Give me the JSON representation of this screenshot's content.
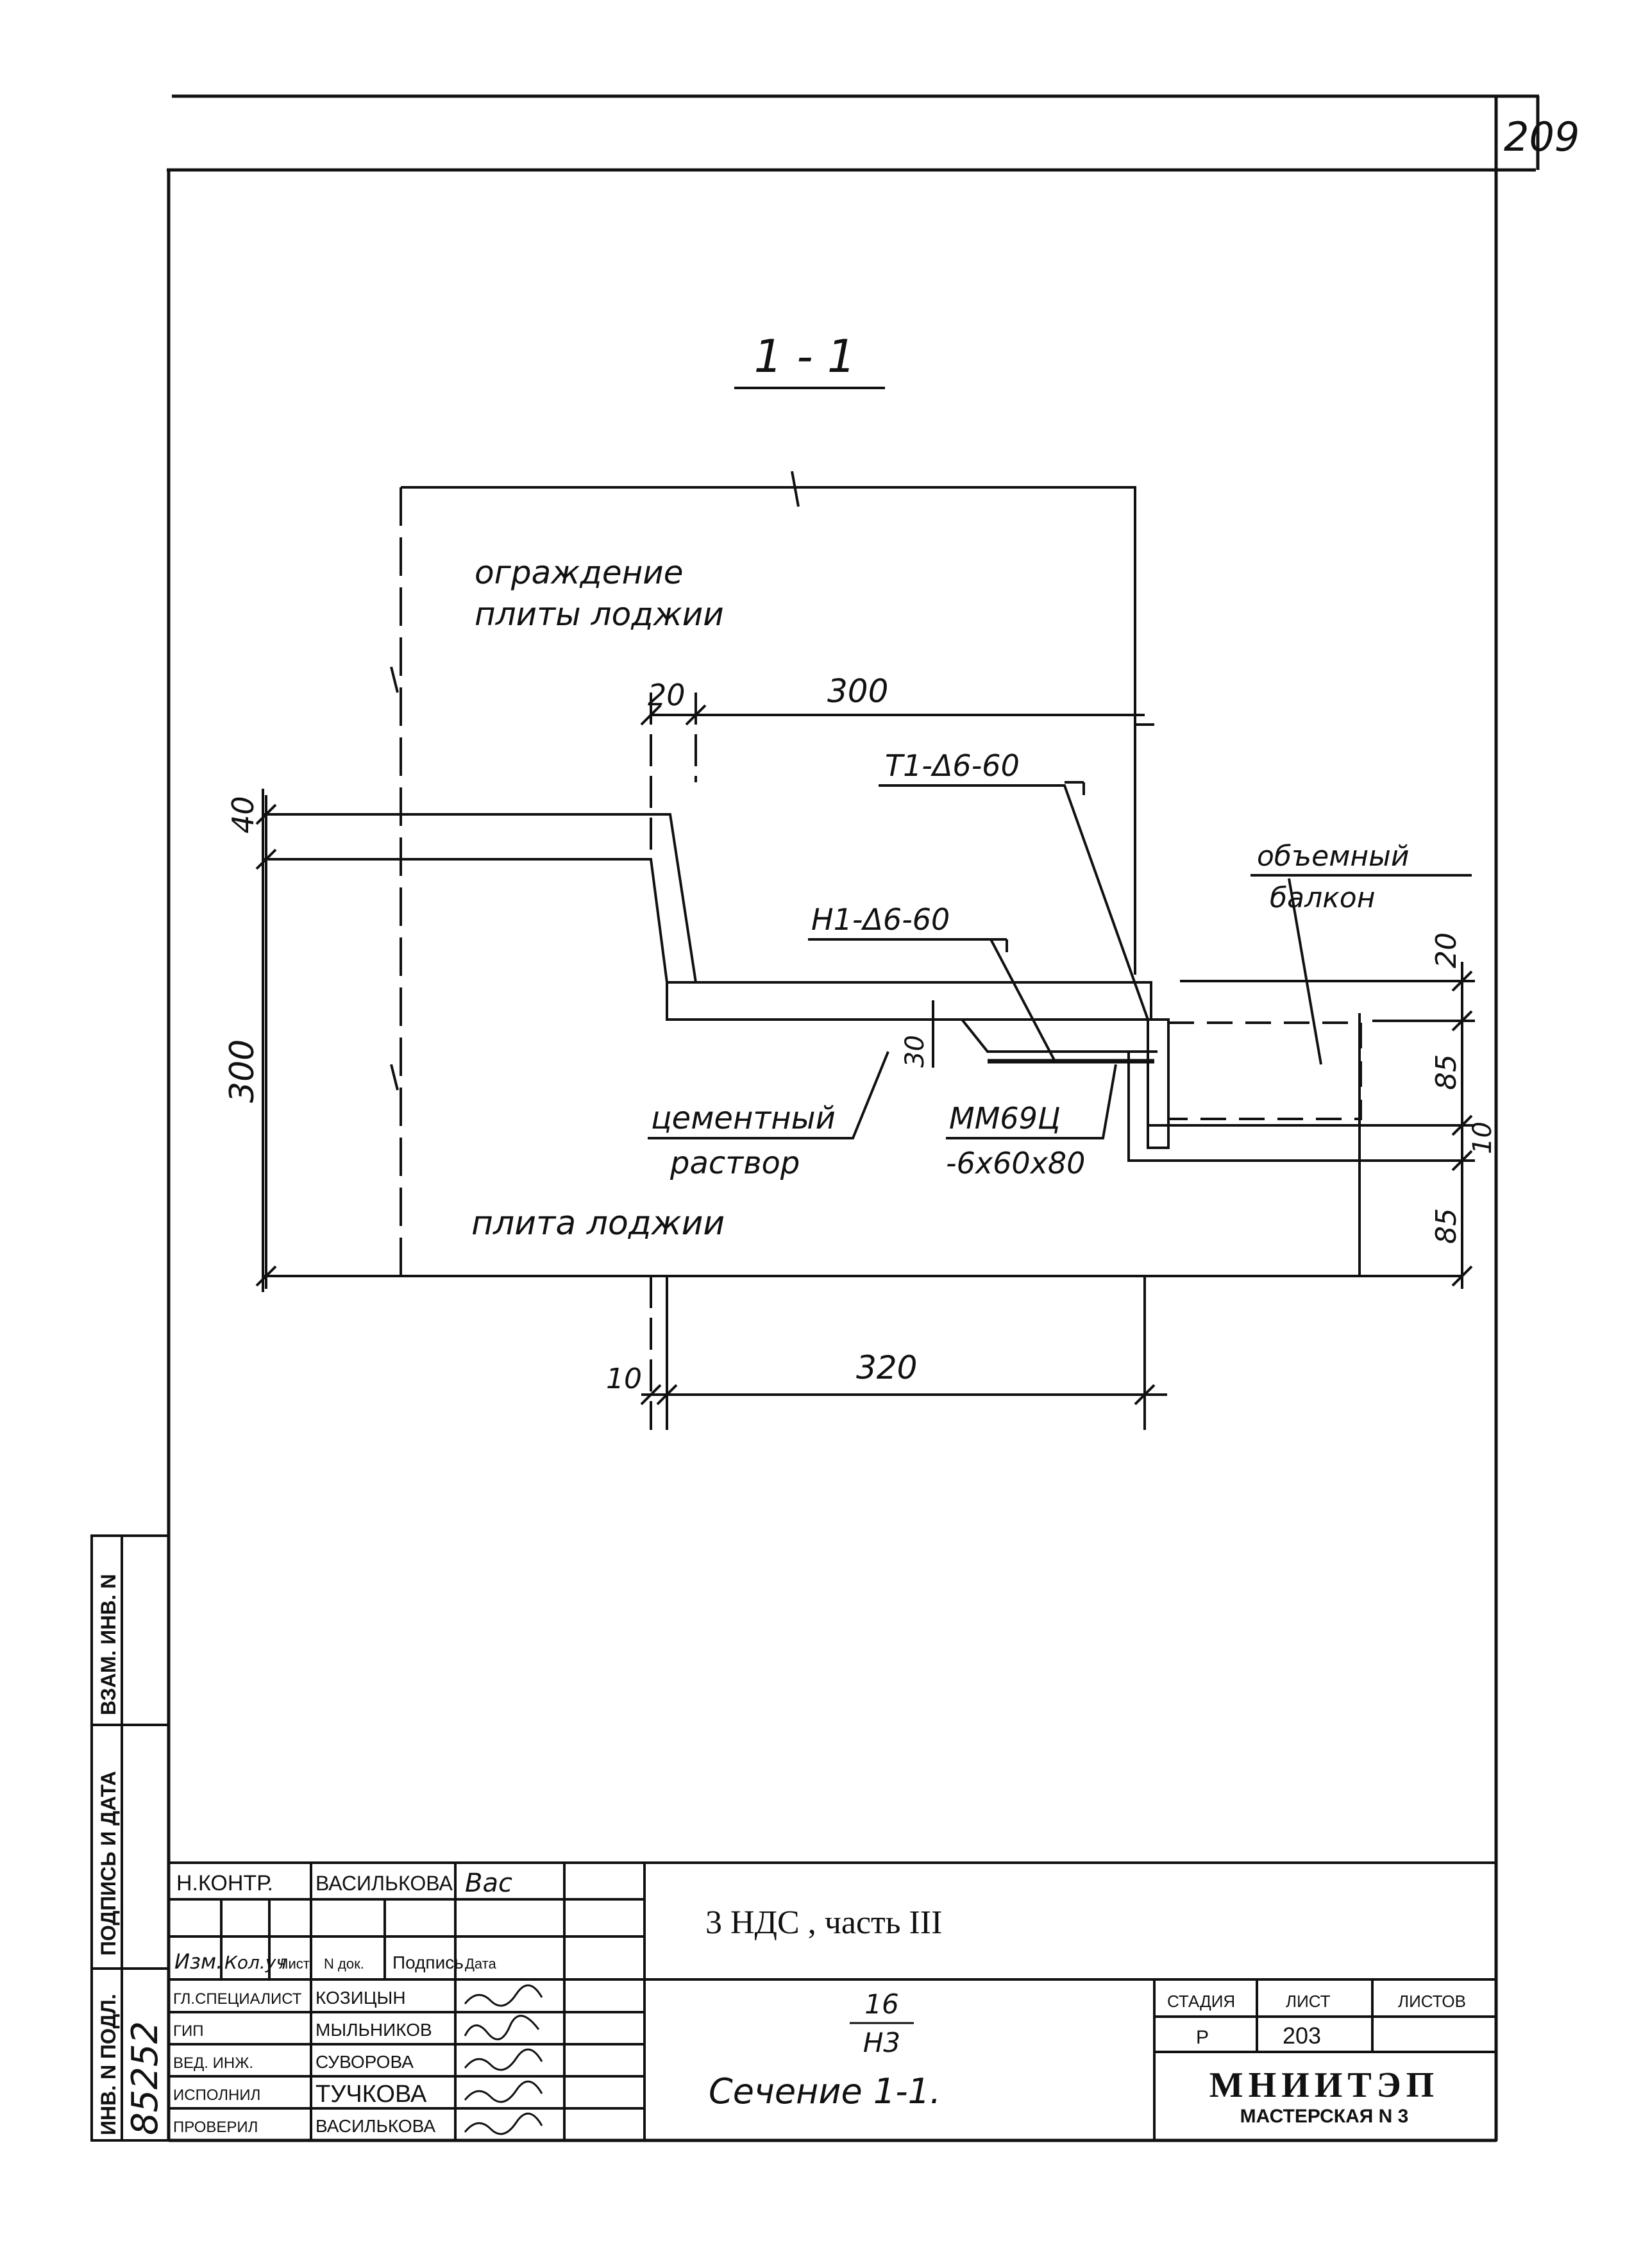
{
  "page_number": "209",
  "section_title": "1 - 1",
  "labels": {
    "fence_l1": "ограждение",
    "fence_l2": "плиты лоджии",
    "mark_t1": "Т1-Δ6-60",
    "mark_n1": "Н1-Δ6-60",
    "vol_l1": "объемный",
    "vol_l2": "балкон",
    "mortar_l1": "цементный",
    "mortar_l2": "раствор",
    "mm_l1": "ММ69Ц",
    "mm_l2": "-6х60х80",
    "slab": "плита лоджии"
  },
  "dims": {
    "d20_top": "20",
    "d300_top": "300",
    "d40": "40",
    "d300_left": "300",
    "d20_right": "20",
    "d85_a": "85",
    "d10": "10",
    "d85_b": "85",
    "d30": "30",
    "d10_bottom": "10",
    "d320": "320"
  },
  "side_stamp": {
    "inv_podl": "ИНВ. N ПОДЛ.",
    "podpis_data": "ПОДПИСЬ И ДАТА",
    "vzam_inv": "ВЗАМ. ИНВ. N",
    "inv_number": "85252"
  },
  "title_block": {
    "nkontr_role": "Н.КОНТР.",
    "nkontr_name": "ВАСИЛЬКОВА",
    "headers": [
      "Изм.",
      "Кол.уч",
      "Лист",
      "N док.",
      "Подпись",
      "Дата"
    ],
    "rows": [
      {
        "role": "ГЛ.СПЕЦИАЛИСТ",
        "name": "КОЗИЦЫН"
      },
      {
        "role": "ГИП",
        "name": "МЫЛЬНИКОВ"
      },
      {
        "role": "ВЕД. ИНЖ.",
        "name": "СУВОРОВА"
      },
      {
        "role": "ИСПОЛНИЛ",
        "name": "ТУЧКОВА"
      },
      {
        "role": "ПРОВЕРИЛ",
        "name": "ВАСИЛЬКОВА"
      }
    ],
    "project": "3 НДС , часть III",
    "fraction_num": "16",
    "fraction_den": "Н3",
    "drawing_title": "Сечение 1-1.",
    "stage_label": "СТАДИЯ",
    "sheet_label": "ЛИСТ",
    "sheets_label": "ЛИСТОВ",
    "stage_value": "Р",
    "sheet_value": "203",
    "sheets_value": "",
    "org": "МНИИТЭП",
    "workshop": "МАСТЕРСКАЯ N 3"
  }
}
